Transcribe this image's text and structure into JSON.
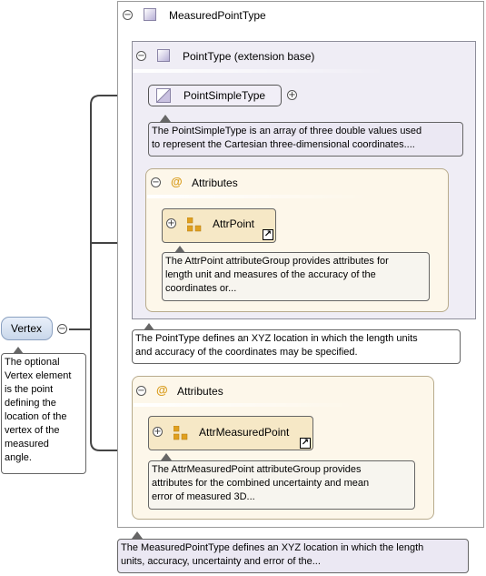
{
  "root": {
    "label": "Vertex",
    "note": [
      "The optional",
      "Vertex element",
      "is the point",
      "defining the",
      "location of the",
      "vertex of the",
      "measured",
      "angle."
    ]
  },
  "measured_point_type": {
    "title": "MeasuredPointType",
    "note": [
      "The MeasuredPointType defines an XYZ location in which the length",
      "units, accuracy, uncertainty and error of the..."
    ]
  },
  "point_type": {
    "title": "PointType (extension base)",
    "note": [
      "The PointType defines an XYZ location in which the length units",
      "and accuracy of the coordinates may be specified."
    ]
  },
  "point_simple_type": {
    "label": "PointSimpleType",
    "note": [
      "The PointSimpleType is an array of three double values used",
      "to represent the Cartesian three-dimensional coordinates...."
    ]
  },
  "attributes_inner": {
    "title": "Attributes",
    "group_label": "AttrPoint",
    "note": [
      "The AttrPoint attributeGroup provides attributes for",
      "length unit and measures of the accuracy of the",
      "coordinates or..."
    ]
  },
  "attributes_outer": {
    "title": "Attributes",
    "group_label": "AttrMeasuredPoint",
    "note": [
      "The AttrMeasuredPoint attributeGroup provides",
      "attributes for the combined uncertainty and mean",
      "error of measured 3D..."
    ]
  },
  "symbols": {
    "collapse": "−",
    "expand": "+",
    "attr_marker": "@",
    "link_arrow": "↗"
  }
}
